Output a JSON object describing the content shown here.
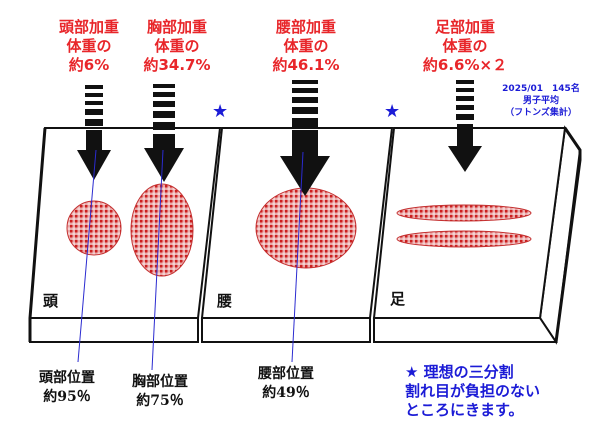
{
  "header_labels": {
    "head": [
      "頭部加重",
      "体重の",
      "約6%"
    ],
    "chest": [
      "胸部加重",
      "体重の",
      "約34.7%"
    ],
    "waist": [
      "腰部加重",
      "体重の",
      "約46.1%"
    ],
    "foot": [
      "足部加重",
      "体重の",
      "約6.6%×２"
    ]
  },
  "survey": [
    "2025/01　145名",
    "男子平均",
    "（フトンズ集計）"
  ],
  "sections": {
    "head": "頭",
    "waist": "腰",
    "foot": "足"
  },
  "positions": {
    "head": [
      "頭部位置",
      "約95％"
    ],
    "chest": [
      "胸部位置",
      "約75％"
    ],
    "waist": [
      "腰部位置",
      "約49％"
    ]
  },
  "star_glyph": "★",
  "note": [
    "★ 理想の三分割",
    "割れ目が負担のない",
    "ところにきます。"
  ],
  "colors": {
    "weight_red": "#e8262a",
    "note_blue": "#1b1bd6",
    "pressure_red": "#d73a3a"
  }
}
